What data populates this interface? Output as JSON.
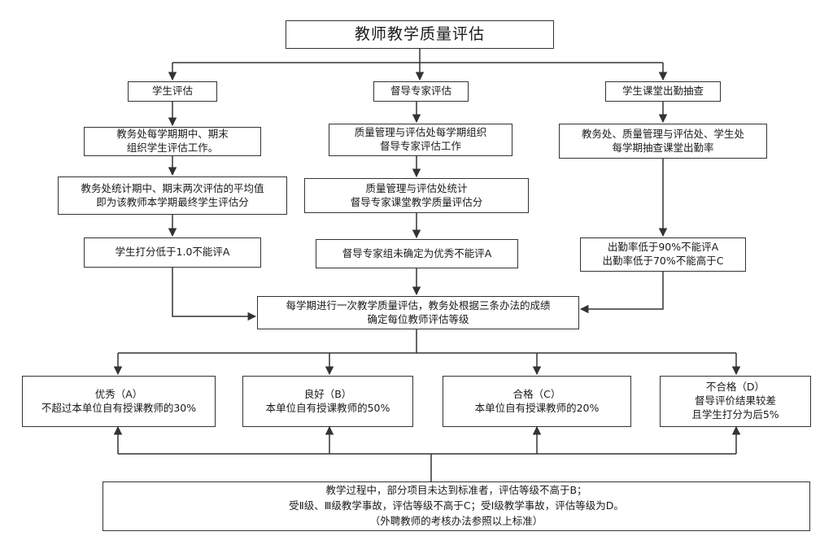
{
  "title": "教师教学质量评估",
  "branches": {
    "student": {
      "heading": "学生评估",
      "step1": [
        "教务处每学期期中、期末",
        "组织学生评估工作。"
      ],
      "step2": [
        "教务处统计期中、期末两次评估的平均值",
        "即为该教师本学期最终学生评估分"
      ],
      "rule": [
        "学生打分低于1.0不能评A"
      ]
    },
    "supervisor": {
      "heading": "督导专家评估",
      "step1": [
        "质量管理与评估处每学期组织",
        "督导专家评估工作"
      ],
      "step2": [
        "质量管理与评估处统计",
        "督导专家课堂教学质量评估分"
      ],
      "rule": [
        "督导专家组未确定为优秀不能评A"
      ]
    },
    "attendance": {
      "heading": "学生课堂出勤抽查",
      "step1": [
        "教务处、质量管理与评估处、学生处",
        "每学期抽查课堂出勤率"
      ],
      "rule": [
        "出勤率低于90%不能评A",
        "出勤率低于70%不能高于C"
      ]
    }
  },
  "merge": [
    "每学期进行一次教学质量评估，教务处根据三条办法的成绩",
    "确定每位教师评估等级"
  ],
  "grades": [
    {
      "key": "a",
      "lines": [
        "优秀（A）",
        "不超过本单位自有授课教师的30%"
      ]
    },
    {
      "key": "b",
      "lines": [
        "良好（B）",
        "本单位自有授课教师的50%"
      ]
    },
    {
      "key": "c",
      "lines": [
        "合格（C）",
        "本单位自有授课教师的20%"
      ]
    },
    {
      "key": "d",
      "lines": [
        "不合格（D）",
        "督导评价结果较差",
        "且学生打分为后5%"
      ]
    }
  ],
  "footnote": [
    "教学过程中，部分项目未达到标准者，评估等级不高于B；",
    "受Ⅱ级、Ⅲ级教学事故，评估等级不高于C；受Ⅰ级教学事故，评估等级为D。",
    "（外聘教师的考核办法参照以上标准）"
  ],
  "colors": {
    "line": "#333333",
    "border": "#333333",
    "text": "#1a1a1a",
    "background": "#ffffff"
  }
}
